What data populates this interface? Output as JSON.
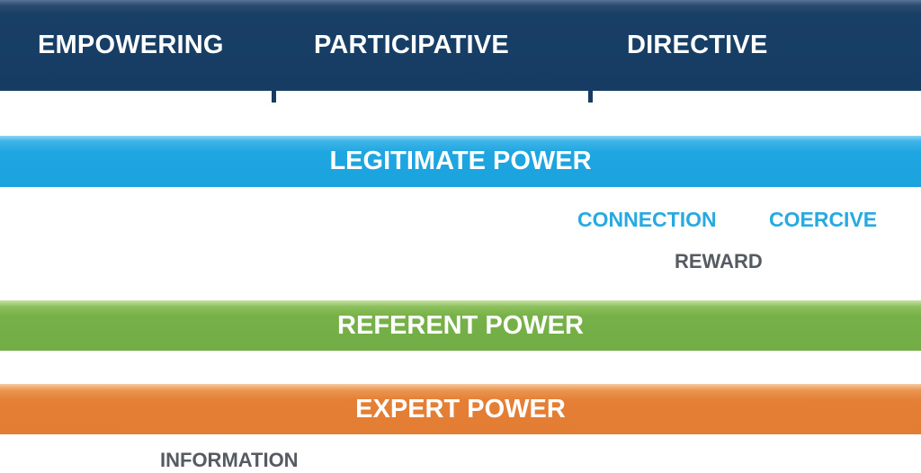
{
  "styles": {
    "empowering": "EMPOWERING",
    "participative": "PARTICIPATIVE",
    "directive": "DIRECTIVE"
  },
  "bands": {
    "legitimate": "LEGITIMATE POWER",
    "referent": "REFERENT POWER",
    "expert": "EXPERT POWER"
  },
  "sub_labels": {
    "connection": "CONNECTION",
    "coercive": "COERCIVE",
    "reward": "REWARD",
    "information": "INFORMATION"
  },
  "colors": {
    "navy": "#163c63",
    "blue": "#1ba3df",
    "green": "#72ad45",
    "orange": "#e27d33",
    "label_blue": "#27a9e1",
    "label_gray": "#555b61"
  }
}
